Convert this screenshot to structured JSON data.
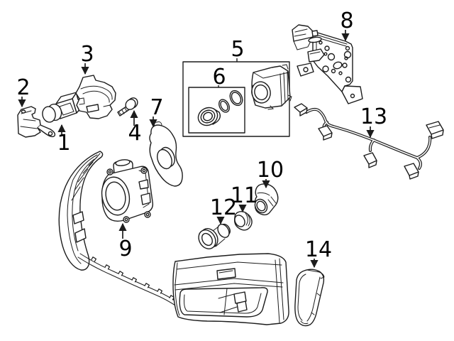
{
  "diagram": {
    "type": "exploded-parts-diagram",
    "background_color": "#ffffff",
    "line_color": "#1c1c1c",
    "label_color": "#000000",
    "callouts": {
      "n1": "1",
      "n2": "2",
      "n3": "3",
      "n4": "4",
      "n5": "5",
      "n6": "6",
      "n7": "7",
      "n8": "8",
      "n9": "9",
      "n10": "10",
      "n11": "11",
      "n12": "12",
      "n13": "13",
      "n14": "14"
    }
  }
}
